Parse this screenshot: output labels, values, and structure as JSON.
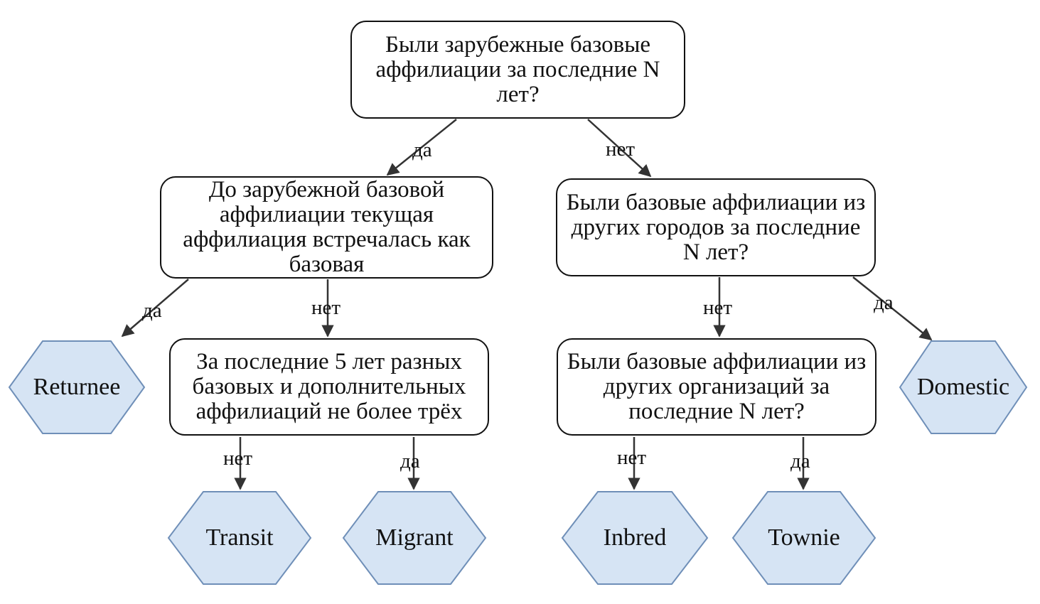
{
  "decisions": {
    "q1": "Были зарубежные базовые аффилиации за последние N лет?",
    "q2": "До зарубежной базовой аффилиации текущая аффилиация встречалась как базовая",
    "q3": "Были базовые аффилиации из других городов за последние N лет?",
    "q4": "За последние 5 лет разных базовых и дополнительных аффилиаций не более трёх",
    "q5": "Были базовые аффилиации из других организаций за последние N лет?"
  },
  "outcomes": {
    "returnee": "Returnee",
    "domestic": "Domestic",
    "transit": "Transit",
    "migrant": "Migrant",
    "inbred": "Inbred",
    "townie": "Townie"
  },
  "edges": {
    "q1_yes": "да",
    "q1_no": "нет",
    "q2_yes": "да",
    "q2_no": "нет",
    "q3_no": "нет",
    "q3_yes": "да",
    "q4_no": "нет",
    "q4_yes": "да",
    "q5_no": "нет",
    "q5_yes": "да"
  },
  "colors": {
    "outcome_fill": "#d6e4f4",
    "outcome_stroke": "#6f8fb8",
    "line": "#333333"
  }
}
